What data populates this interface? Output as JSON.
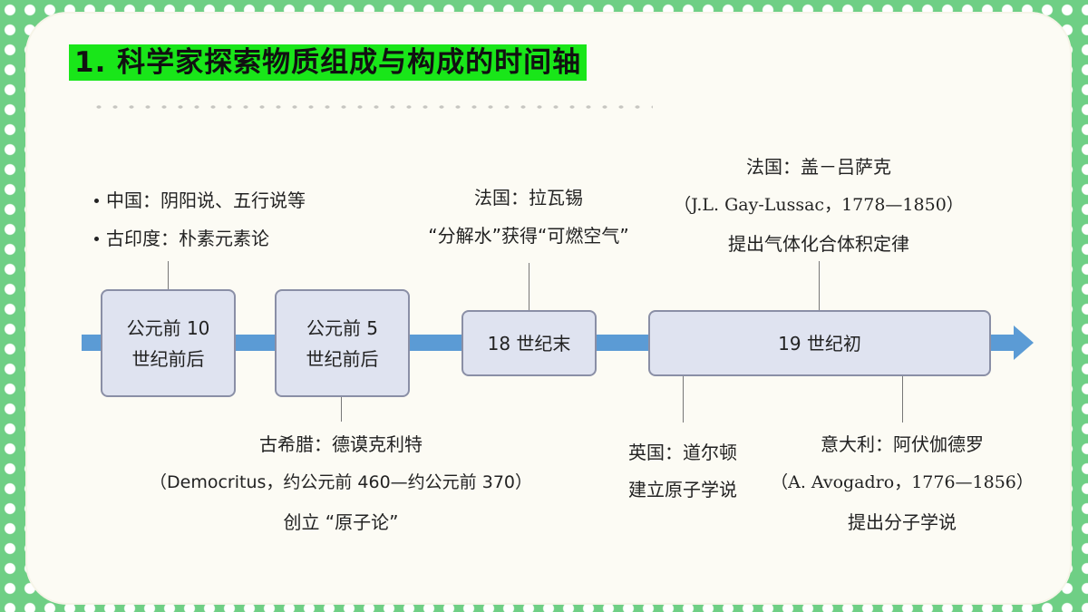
{
  "title": "1.  科学家探索物质组成与构成的时间轴",
  "boxes": [
    {
      "line1": "公元前 10",
      "line2": "世纪前后"
    },
    {
      "line1": "公元前 5",
      "line2": "世纪前后"
    },
    {
      "line1": "18 世纪末"
    },
    {
      "line1": "19 世纪初"
    }
  ],
  "notes": {
    "early": {
      "item1": "中国：阴阳说、五行说等",
      "item2": "古印度：朴素元素论"
    },
    "greece": {
      "line1": "古希腊：德谟克利特",
      "line2": "（Democritus，约公元前 460—约公元前 370）",
      "line3": "创立 “原子论”"
    },
    "france_lavoisier": {
      "line1": "法国：拉瓦锡",
      "line2": "“分解水”获得“可燃空气”"
    },
    "france_gaylussac": {
      "line1": "法国：盖－吕萨克",
      "line2": "（J.L. Gay-Lussac，1778—1850）",
      "line3": "提出气体化合体积定律"
    },
    "england_dalton": {
      "line1": "英国：道尔顿",
      "line2": "建立原子学说"
    },
    "italy_avogadro": {
      "line1": "意大利：阿伏伽德罗",
      "line2": "（A. Avogadro，1776—1856）",
      "line3": "提出分子学说"
    }
  },
  "colors": {
    "background": "#6fcf85",
    "card": "#fcfbf4",
    "title_highlight": "#19e619",
    "arrow": "#5b9bd5",
    "box_fill": "#dfe3f0",
    "box_border": "#8a8fa6"
  }
}
